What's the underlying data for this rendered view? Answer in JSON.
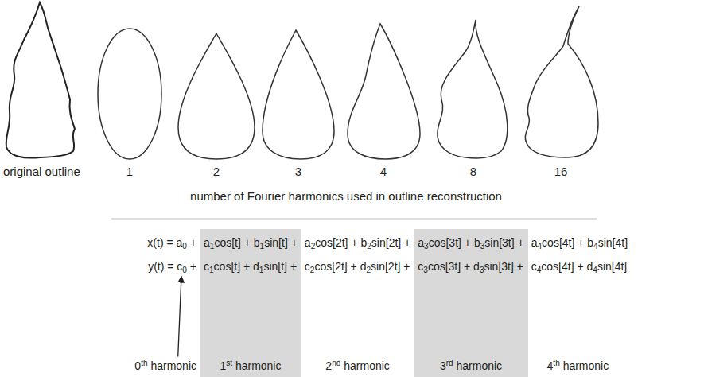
{
  "diagram": {
    "nodes": [
      {
        "text": [
          "a1cos[t] + b1sin[t] +",
          "c1cos[t] + d1sin[t] +",
          "1st harmonic"
        ]
      },
      {
        "text": [
          "a3cos[3t] + b3sin[3t] +",
          "c3cos[3t] + d3sin[3t] +",
          "3rd harmonic"
        ]
      }
    ],
    "labels": [
      "original outline",
      "1",
      "2",
      "3",
      "4",
      "8",
      "16",
      "number of Fourier harmonics used in outline reconstruction",
      "x(t) = a0 +",
      "a2cos[2t] + b2sin[2t] +",
      "a4cos[4t] + b4sin[4t]",
      "y(t) = c0 +",
      "c2cos[2t] + d2sin[2t] +",
      "c4cos[4t] + d4sin[4t]",
      "0th harmonic",
      "2nd harmonic",
      "4th harmonic"
    ]
  }
}
